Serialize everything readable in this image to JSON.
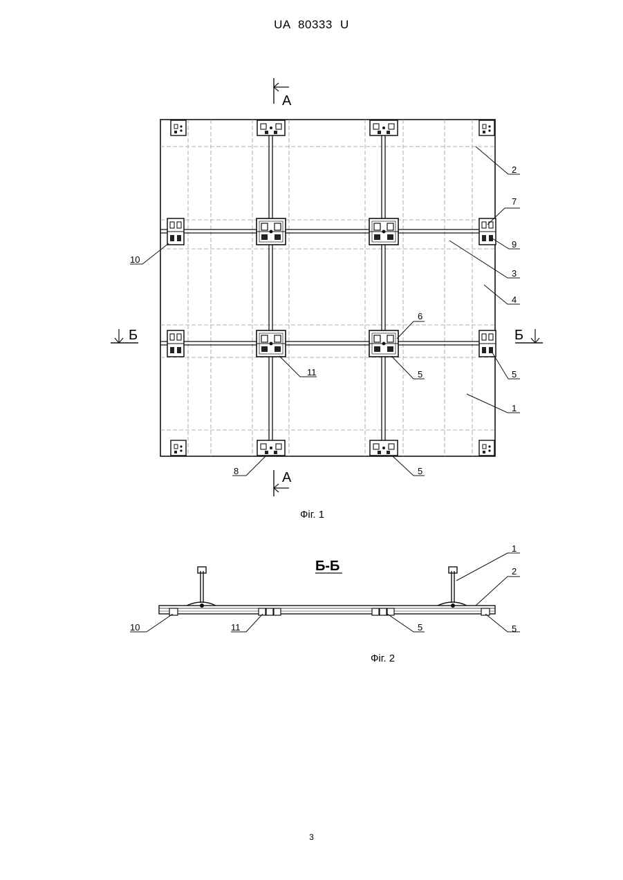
{
  "header": {
    "patent_number": "UA   80333   U"
  },
  "figure1": {
    "caption": "Фіг. 1",
    "section_marks": {
      "top": "А",
      "bottom": "А",
      "left": "Б",
      "right": "Б"
    },
    "callouts": [
      "2",
      "7",
      "9",
      "10",
      "3",
      "4",
      "6",
      "Б",
      "5",
      "11",
      "5",
      "1",
      "8",
      "5"
    ]
  },
  "figure2": {
    "caption": "Фіг. 2",
    "section_title": "Б-Б",
    "callouts": [
      "1",
      "2",
      "10",
      "11",
      "5",
      "5"
    ]
  },
  "page_number": "3"
}
